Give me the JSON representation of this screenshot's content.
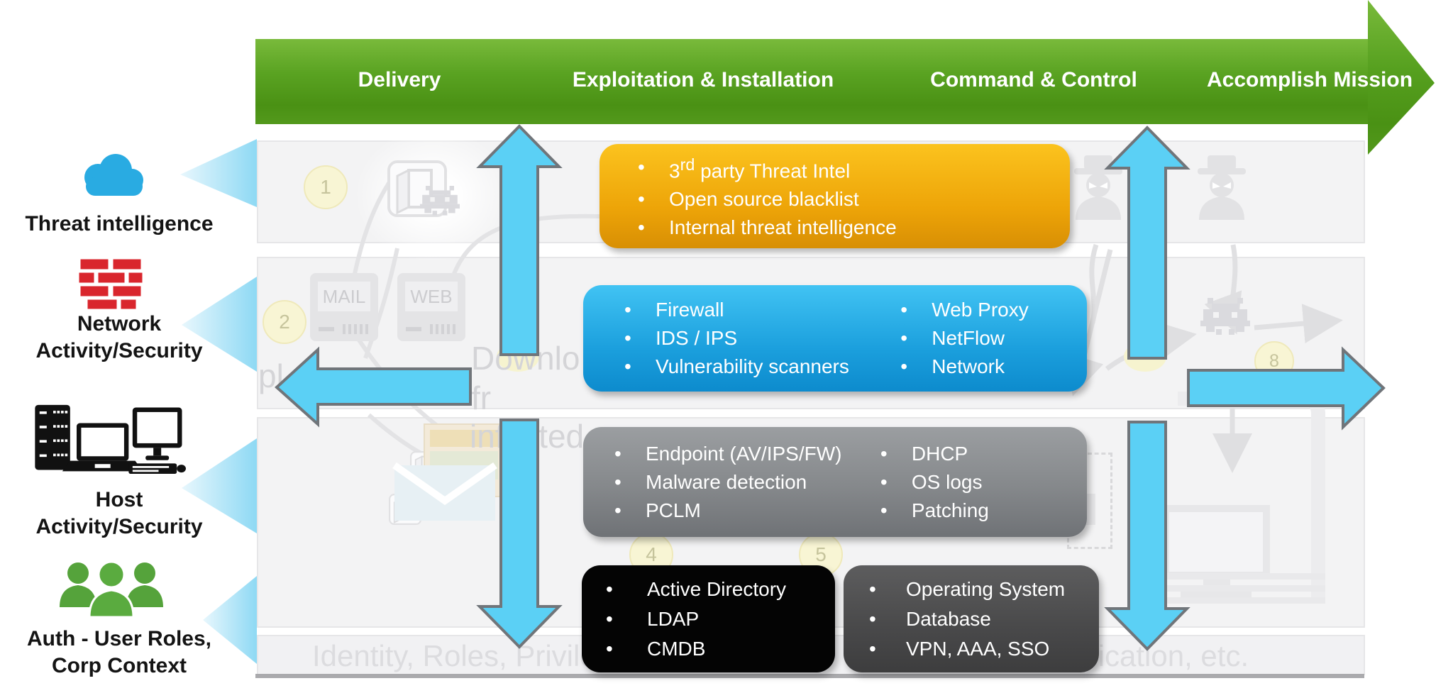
{
  "kill_chain": {
    "stages": [
      "Delivery",
      "Exploitation & Installation",
      "Command & Control",
      "Accomplish Mission"
    ],
    "banner_color": "#4f9416"
  },
  "sources": [
    {
      "icon": "cloud-icon",
      "color": "#29abe2",
      "lines": [
        "Threat intelligence"
      ]
    },
    {
      "icon": "firewall-icon",
      "color": "#d9262d",
      "lines": [
        "Network",
        "Activity/Security"
      ]
    },
    {
      "icon": "hosts-icon",
      "color": "#111111",
      "lines": [
        "Host",
        "Activity/Security"
      ]
    },
    {
      "icon": "users-icon",
      "color": "#55a33b",
      "lines": [
        "Auth - User Roles,",
        "Corp Context"
      ]
    }
  ],
  "boxes": {
    "threat_intel": {
      "color": "#eda408",
      "item1_num": "3",
      "item1_sup": "rd",
      "item1_rest": " party Threat Intel",
      "items_rest": [
        "Open source blacklist",
        "Internal threat intelligence"
      ]
    },
    "network": {
      "color": "#1b9fdd",
      "col1": [
        "Firewall",
        "IDS / IPS",
        "Vulnerability scanners"
      ],
      "col2": [
        "Web Proxy",
        "NetFlow",
        "Network"
      ]
    },
    "host": {
      "color": "#85888b",
      "col1": [
        "Endpoint (AV/IPS/FW)",
        "Malware detection",
        "PCLM"
      ],
      "col2": [
        "DHCP",
        "OS logs",
        "Patching"
      ]
    },
    "auth": {
      "color": "#040404",
      "items": [
        "Active Directory",
        "LDAP",
        "CMDB"
      ]
    },
    "system": {
      "color": "#4a4a4b",
      "items": [
        "Operating System",
        "Database",
        "VPN, AAA, SSO"
      ]
    }
  },
  "background": {
    "steps": {
      "s1": "1",
      "s2": "2",
      "s4": "4",
      "s5": "5",
      "s8": "8"
    },
    "mail": "MAIL",
    "web": "WEB",
    "fragments": {
      "download": "Downlo",
      "fr": "fr",
      "infected": "infected",
      "pl": "pl",
      "bottom_left": "Identity, Roles, Privile",
      "bottom_right": "lassification, etc."
    }
  },
  "ui": {
    "bullet": "•",
    "arrow_color": "#5bd0f5",
    "beam_color": "#8ed9f4"
  }
}
